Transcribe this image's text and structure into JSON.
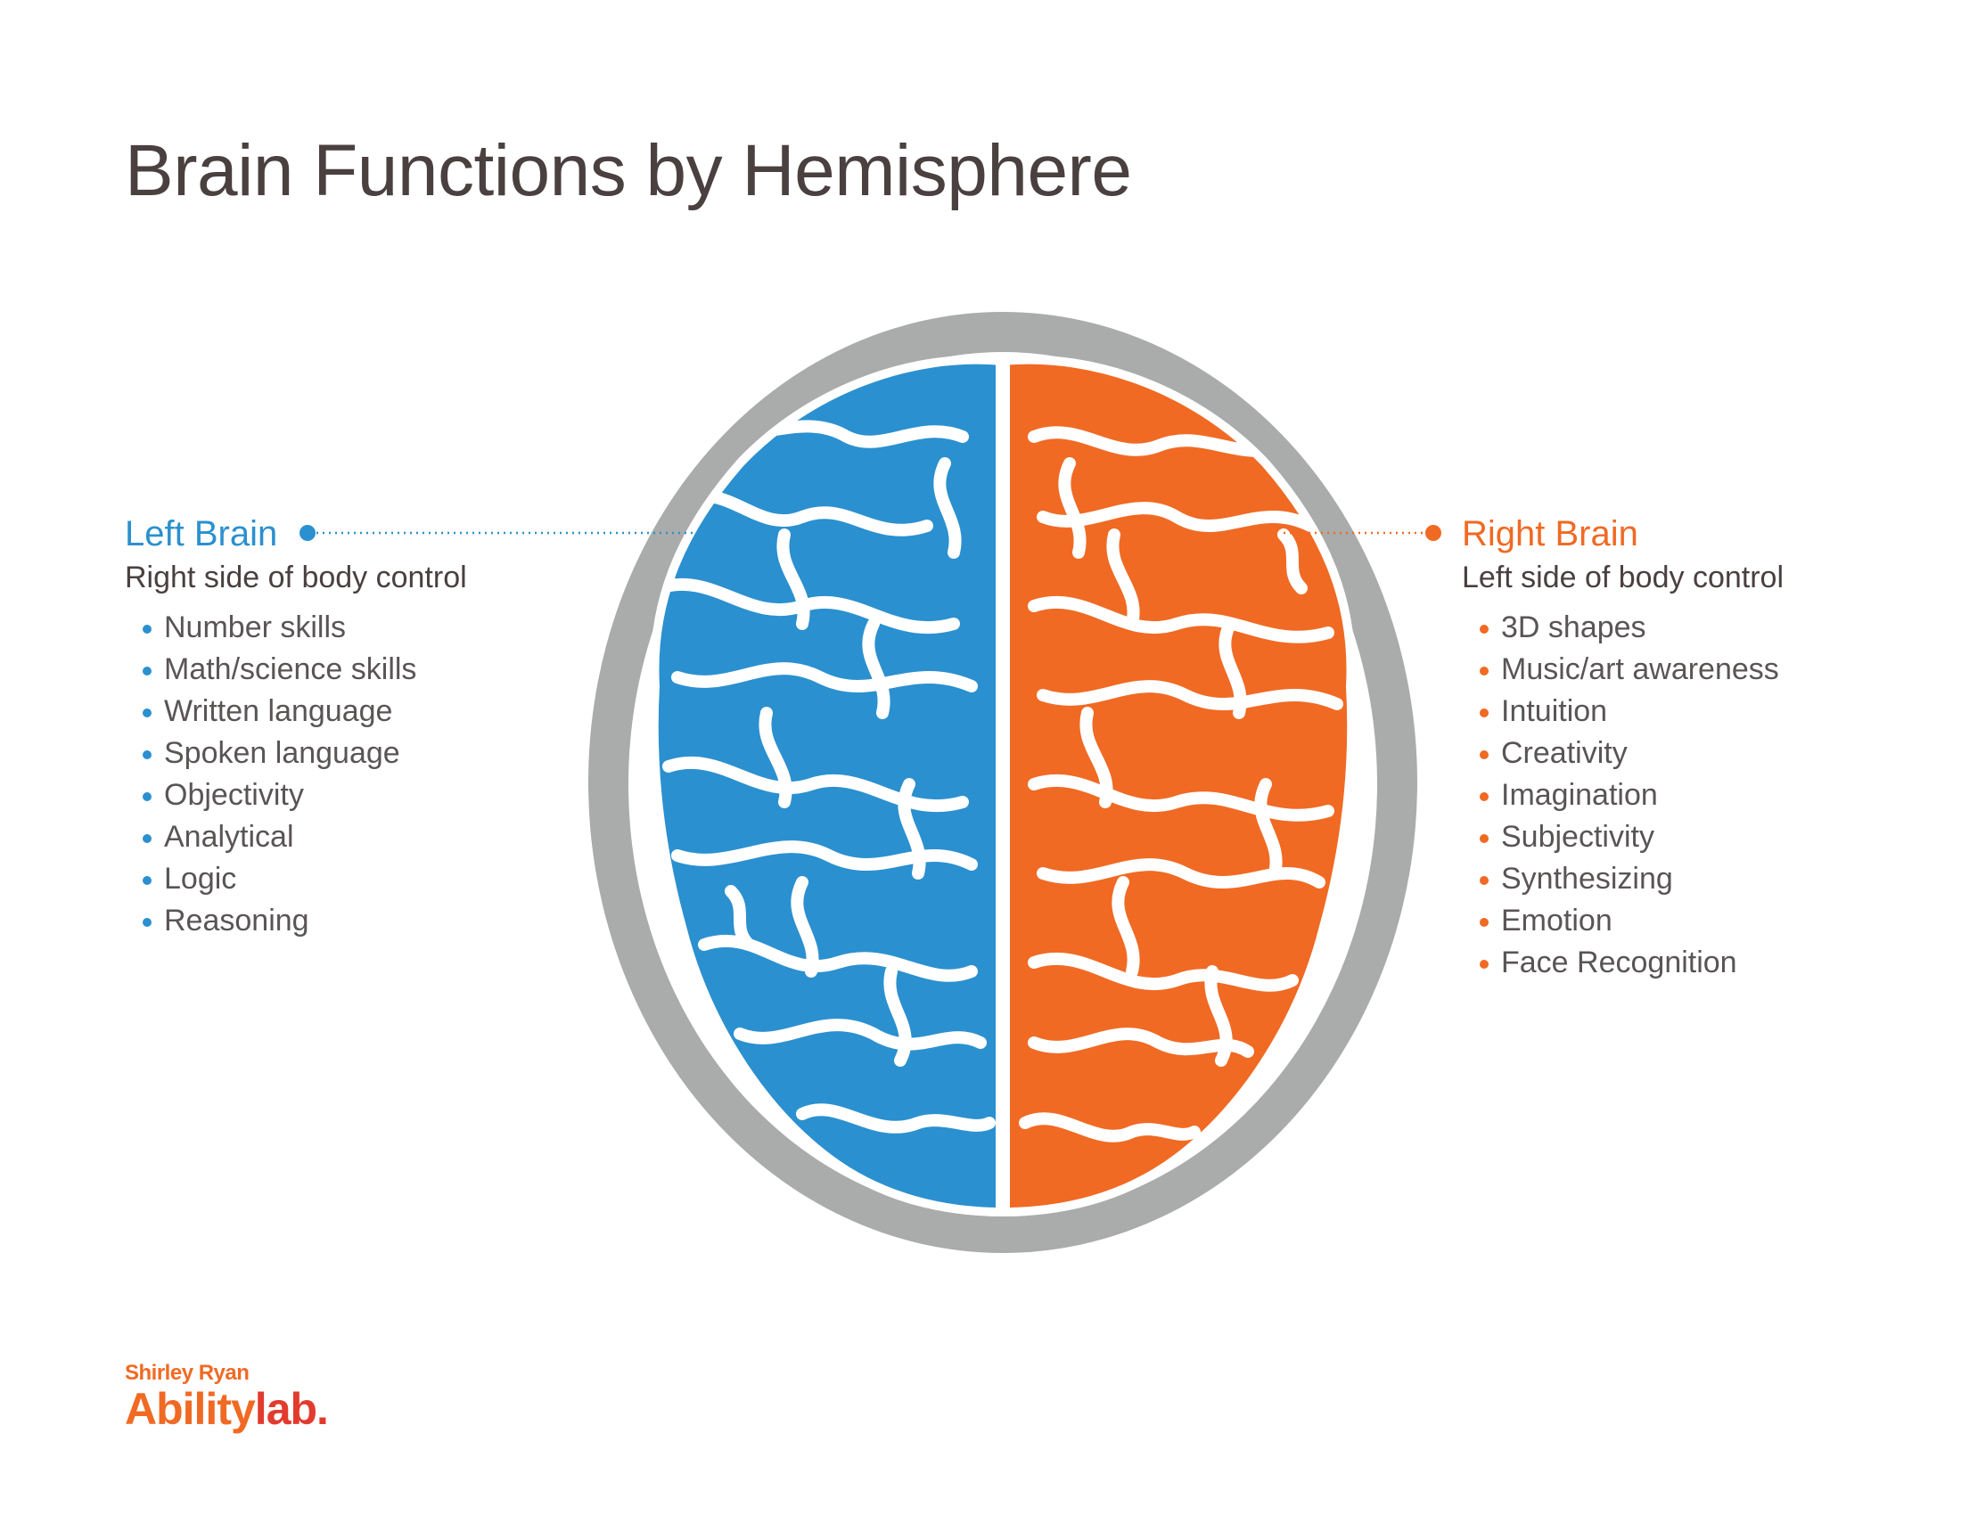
{
  "title": "Brain Functions by Hemisphere",
  "colors": {
    "left": "#2b90cf",
    "right": "#f06a24",
    "skull": "#a9acab",
    "text": "#4a4040"
  },
  "left": {
    "heading": "Left Brain",
    "subtitle": "Right side of body control",
    "items": [
      "Number skills",
      "Math/science skills",
      "Written language",
      "Spoken language",
      "Objectivity",
      "Analytical",
      "Logic",
      "Reasoning"
    ]
  },
  "right": {
    "heading": "Right Brain",
    "subtitle": "Left side of  body control",
    "items": [
      "3D shapes",
      "Music/art awareness",
      "Intuition",
      "Creativity",
      "Imagination",
      "Subjectivity",
      "Synthesizing",
      "Emotion",
      "Face Recognition"
    ]
  },
  "logo": {
    "line1": "Shirley Ryan",
    "line2a": "Ability",
    "line2b": "lab."
  }
}
